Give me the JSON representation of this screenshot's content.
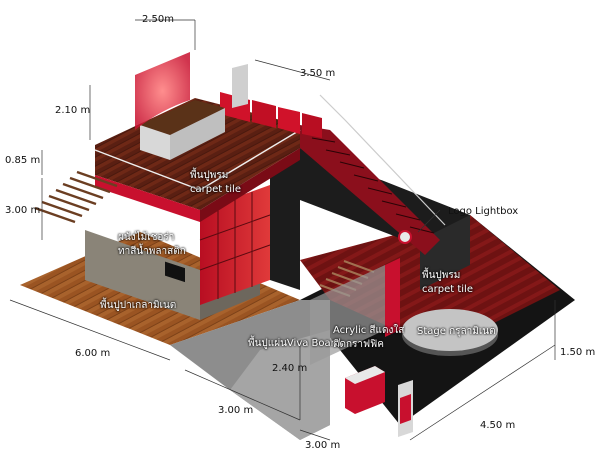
{
  "dimensions": {
    "top_width": "2.50m",
    "top_depth": "3.50 m",
    "upper_height": "2.10 m",
    "rail_height": "0.85 m",
    "lower_height": "3.00 m",
    "front_length": "6.00 m",
    "front_mid": "3.00 m",
    "front_right": "3.00 m",
    "inner_height": "2.40 m",
    "right_depth": "4.50 m",
    "right_height": "1.50 m"
  },
  "labels": {
    "upper_carpet_th": "พื้นปูพรม",
    "upper_carpet_en": "carpet tile",
    "wall_line1": "ผนังไม้เชอร่า",
    "wall_line2": "ทาสีน้ำพลาสติก",
    "laminate_floor": "พื้นปูปาเกลามิเนต",
    "viva_board": "พื้นปูแผ่นViva Board",
    "acrylic_line1": "Acrylic สีแดงใส",
    "acrylic_line2": "ติดกราฟฟิค",
    "stage": "Stage กรุลามิเนต",
    "logo_lightbox": "Logo Lightbox",
    "lower_carpet_th": "พื้นปูพรม",
    "lower_carpet_en": "carpet tile"
  },
  "colors": {
    "carpet_red": "#7a1414",
    "wood_floor": "#8a4a1c",
    "red_panel": "#c8102e",
    "dark_wall": "#1a1a1a",
    "stage_grey": "#bdbdbd"
  }
}
